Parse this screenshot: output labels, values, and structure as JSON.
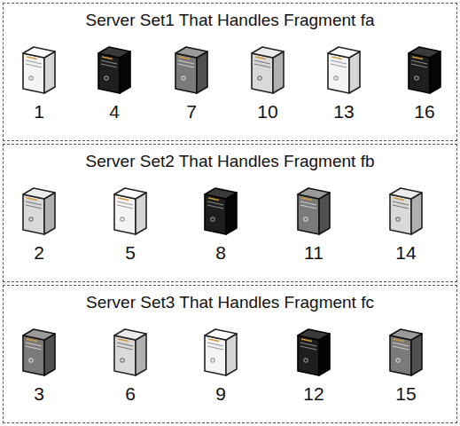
{
  "diagram": {
    "nodes": [
      {
        "text": [
          "Server Set1 That Handles Fragment fa"
        ]
      },
      {
        "text": [
          "1"
        ],
        "in": 0
      },
      {
        "text": [
          "4"
        ],
        "in": 0
      },
      {
        "text": [
          "7"
        ],
        "in": 0
      },
      {
        "text": [
          "10"
        ],
        "in": 0
      },
      {
        "text": [
          "13"
        ],
        "in": 0
      },
      {
        "text": [
          "16"
        ],
        "in": 0
      },
      {
        "text": [
          "Server Set2 That Handles Fragment fb"
        ]
      },
      {
        "text": [
          "2"
        ],
        "in": 7
      },
      {
        "text": [
          "5"
        ],
        "in": 7
      },
      {
        "text": [
          "8"
        ],
        "in": 7
      },
      {
        "text": [
          "11"
        ],
        "in": 7
      },
      {
        "text": [
          "14"
        ],
        "in": 7
      },
      {
        "text": [
          "Server Set3 That Handles Fragment fc"
        ]
      },
      {
        "text": [
          "3"
        ],
        "in": 13
      },
      {
        "text": [
          "6"
        ],
        "in": 13
      },
      {
        "text": [
          "9"
        ],
        "in": 13
      },
      {
        "text": [
          "12"
        ],
        "in": 13
      },
      {
        "text": [
          "15"
        ],
        "in": 13
      }
    ]
  }
}
